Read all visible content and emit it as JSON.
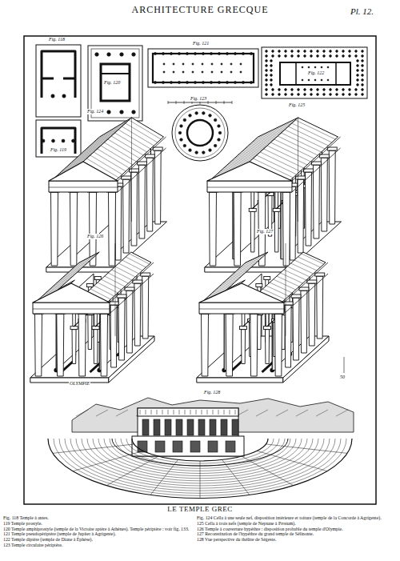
{
  "diagram": {
    "title": "ARCHITECTURE GRECQUE",
    "caption": "LE TEMPLE GREC",
    "labels": [
      "Pl. 12.",
      "Fig. 118",
      "Fig. 119",
      "Fig. 120",
      "Fig. 121",
      "Fig. 122",
      "Fig. 123",
      "Fig. 124",
      "Fig. 125",
      "Fig. 126",
      "Fig. 127",
      "OLYMPIE",
      "50",
      "Fig. 128",
      "Fig. 118 Temple à antes.",
      "119 Temple prostyle.",
      "120 Temple amphiprostyle (temple de la Victoire aptère à Athènes). Temple périptère : voir fig. 133.",
      "121 Temple pseudopériptère (temple de Jupiter à Agrigente).",
      "122 Temple diptère (temple de Diane à Éphèse).",
      "123 Temple circulaire périptère.",
      "Fig. 124 Cella à une seule nef, disposition intérieure et toiture (temple de la Concorde à Agrigente).",
      "125 Cella à trois nefs (temple de Neptune à Pæstum).",
      "126 Temple à couverture hypèthre : disposition probable du temple d'Olympie.",
      "127 Reconstitution de l'hypèthre du grand temple de Sélinonte.",
      "128 Vue perspective du théâtre de Ségeste."
    ]
  }
}
